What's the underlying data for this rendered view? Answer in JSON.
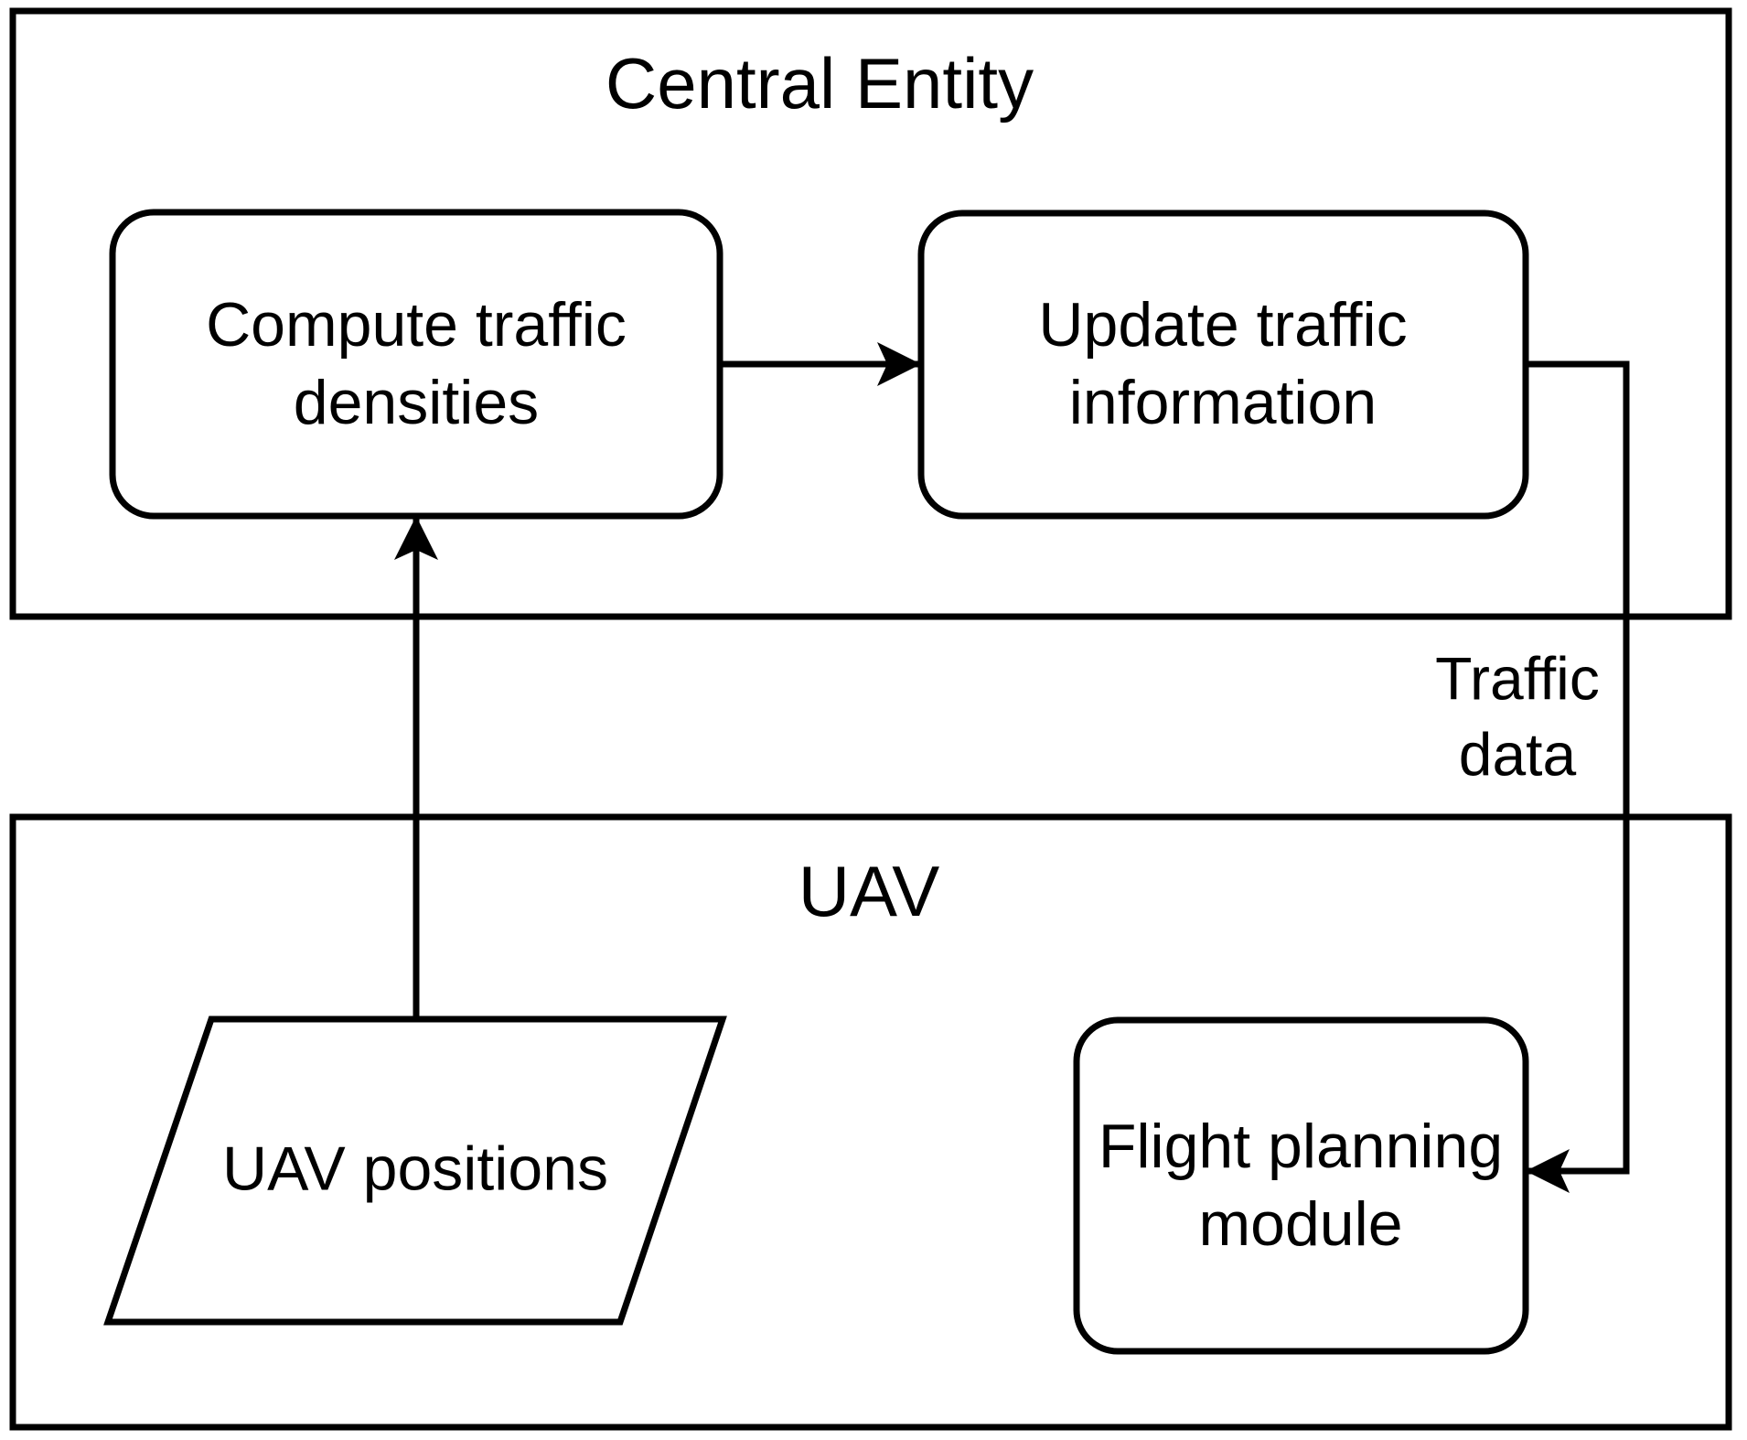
{
  "diagram": {
    "type": "flowchart",
    "colors": {
      "stroke": "#000000",
      "background": "#ffffff"
    },
    "containers": {
      "central_entity": {
        "title": "Central Entity"
      },
      "uav": {
        "title": "UAV"
      }
    },
    "nodes": {
      "compute_densities": {
        "shape": "rounded-rectangle",
        "label": "Compute traffic\ndensities"
      },
      "update_information": {
        "shape": "rounded-rectangle",
        "label": "Update traffic\ninformation"
      },
      "flight_planning": {
        "shape": "rounded-rectangle",
        "label": "Flight planning\nmodule"
      },
      "uav_positions": {
        "shape": "parallelogram",
        "label": "UAV positions"
      }
    },
    "edges": {
      "compute_to_update": {
        "from": "compute_densities",
        "to": "update_information",
        "label": ""
      },
      "positions_to_compute": {
        "from": "uav_positions",
        "to": "compute_densities",
        "label": ""
      },
      "update_to_flight": {
        "from": "update_information",
        "to": "flight_planning",
        "label": "Traffic\ndata"
      }
    }
  }
}
